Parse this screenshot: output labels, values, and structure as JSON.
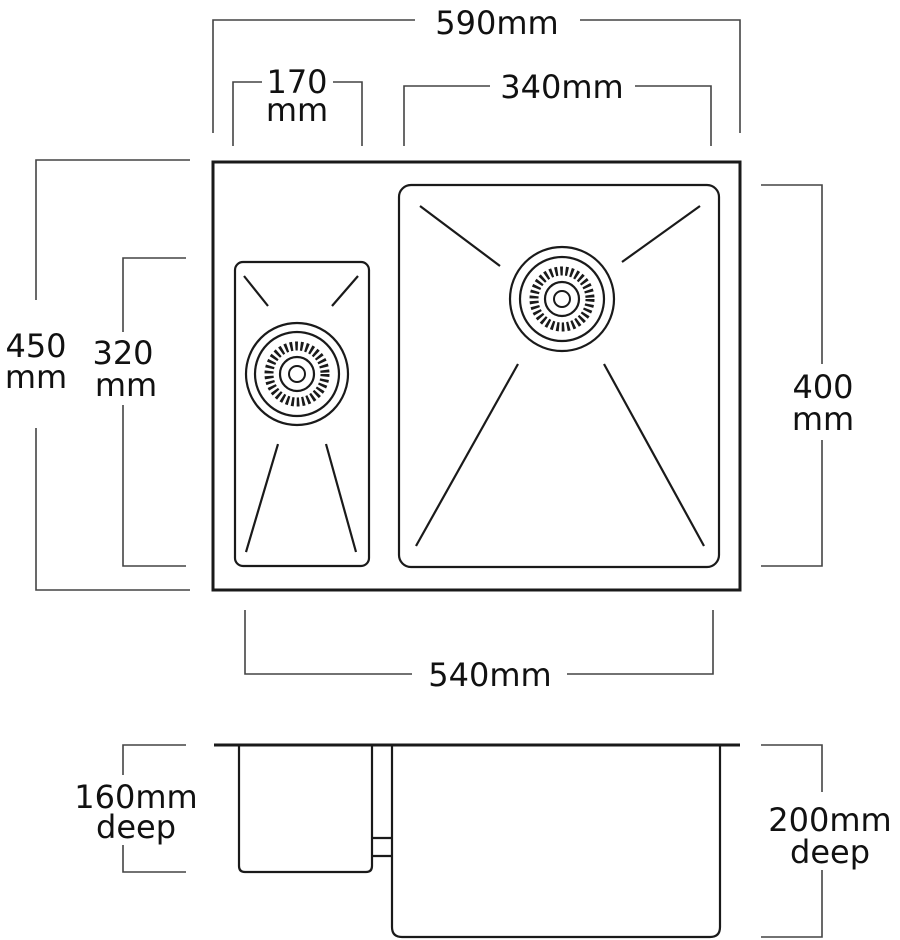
{
  "dimensions": {
    "overall_width": "590mm",
    "small_bowl_width": [
      "170",
      "mm"
    ],
    "large_bowl_width": "340mm",
    "overall_depth": [
      "450",
      "mm"
    ],
    "small_bowl_length": [
      "320",
      "mm"
    ],
    "large_bowl_length": [
      "400",
      "mm"
    ],
    "cutout_width": "540mm",
    "small_bowl_depth": [
      "160mm",
      "deep"
    ],
    "large_bowl_depth": [
      "200mm",
      "deep"
    ]
  }
}
